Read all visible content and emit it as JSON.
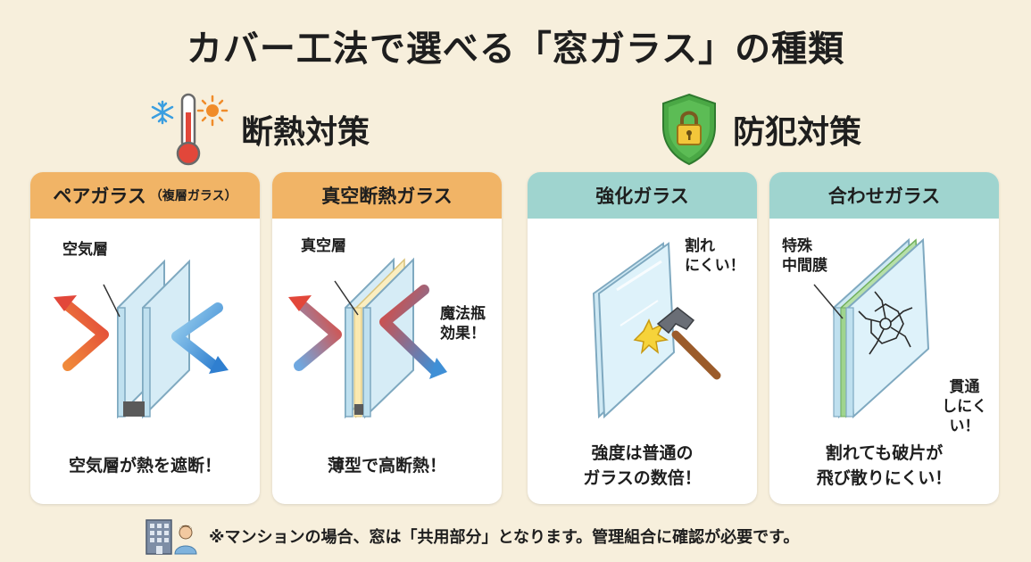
{
  "title": "カバー工法で選べる「窓ガラス」の種類",
  "sections": {
    "insulation": {
      "label": "断熱対策"
    },
    "security": {
      "label": "防犯対策"
    }
  },
  "cards": {
    "pair": {
      "title": "ペアガラス",
      "subtitle": "（複層ガラス）",
      "callout": "空気層",
      "caption": "空気層が熱を遮断！"
    },
    "vacuum": {
      "title": "真空断熱ガラス",
      "callout": "真空層",
      "callout2_line1": "魔法瓶",
      "callout2_line2": "効果！",
      "caption": "薄型で高断熱！"
    },
    "tempered": {
      "title": "強化ガラス",
      "callout_line1": "割れ",
      "callout_line2": "にくい！",
      "caption_line1": "強度は普通の",
      "caption_line2": "ガラスの数倍！"
    },
    "laminated": {
      "title": "合わせガラス",
      "callout_line1": "特殊",
      "callout_line2": "中間膜",
      "callout2_line1": "貫通",
      "callout2_line2": "しにくい！",
      "caption_line1": "割れても破片が",
      "caption_line2": "飛び散りにくい！"
    }
  },
  "footer": {
    "note": "※マンションの場合、窓は「共用部分」となります。管理組合に確認が必要です。"
  },
  "colors": {
    "background": "#f7efdc",
    "insulation_header": "#f1b466",
    "security_header": "#9fd4cf",
    "warm_arrow": "#e8533f",
    "cool_arrow": "#3f8fd6",
    "shield": "#4aa845"
  }
}
